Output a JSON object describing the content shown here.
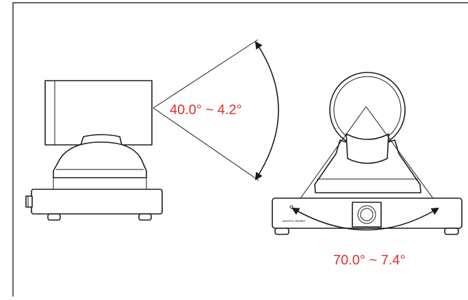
{
  "diagram": {
    "tilt_range_label": "40.0° ~ 4.2°",
    "pan_range_label": "70.0° ~ 7.4°",
    "small_text": "DIGITAL RESET",
    "colors": {
      "label": "#e0302e",
      "line": "#1a1a1a",
      "frame": "#000000",
      "background": "#ffffff"
    }
  }
}
